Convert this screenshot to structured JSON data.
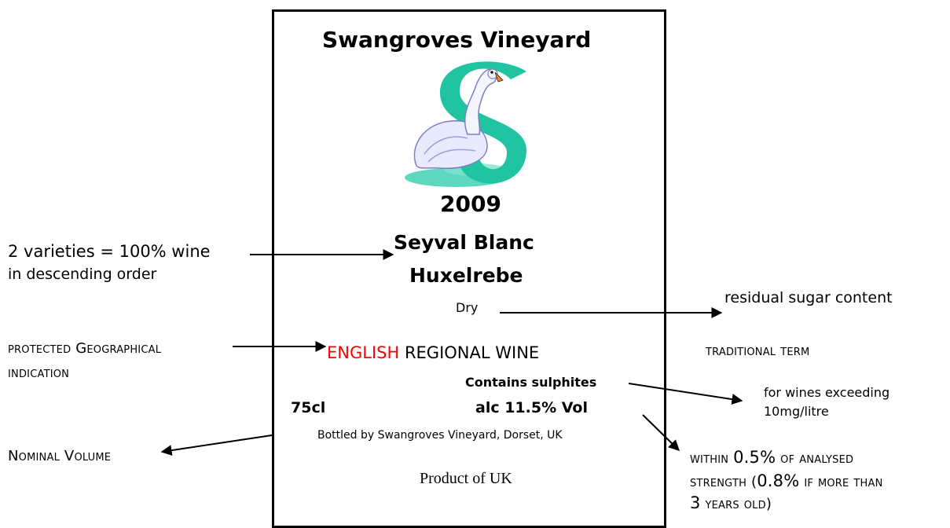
{
  "label": {
    "vineyard_name": "Swangroves Vineyard",
    "vintage": "2009",
    "variety_1": "Seyval Blanc",
    "variety_2": "Huxelrebe",
    "sweetness": "Dry",
    "regional_highlight": "ENGLISH",
    "regional_rest": " REGIONAL WINE",
    "sulphites": "Contains sulphites",
    "volume": "75cl",
    "alcohol": "alc 11.5% Vol",
    "bottler": "Bottled by Swangroves Vineyard, Dorset, UK",
    "origin": "Product of UK"
  },
  "annotations": {
    "varieties_line1": "2 varieties = 100% wine",
    "varieties_line2": "in descending order",
    "residual_sugar": "residual sugar content",
    "pgi_line1": "protected Geographical",
    "pgi_line2": "indication",
    "traditional_term": "traditional term",
    "sulphites_line1": "for wines exceeding",
    "sulphites_line2": "10mg/litre",
    "nominal_volume": "Nominal Volume",
    "strength_line1_a": "within ",
    "strength_line1_b": "0.5%",
    "strength_line1_c": " of analysed",
    "strength_line2_a": "strength (",
    "strength_line2_b": "0.8%",
    "strength_line2_c": " if more than",
    "strength_line3_a": "3",
    "strength_line3_b": " years old)"
  },
  "colors": {
    "highlight": "#ff0000",
    "logo_s": "#21c4a0",
    "swan_body": "#e8eaff",
    "water": "#3fd1b4"
  },
  "icons": {
    "logo": "swan-and-letter-s-logo"
  }
}
